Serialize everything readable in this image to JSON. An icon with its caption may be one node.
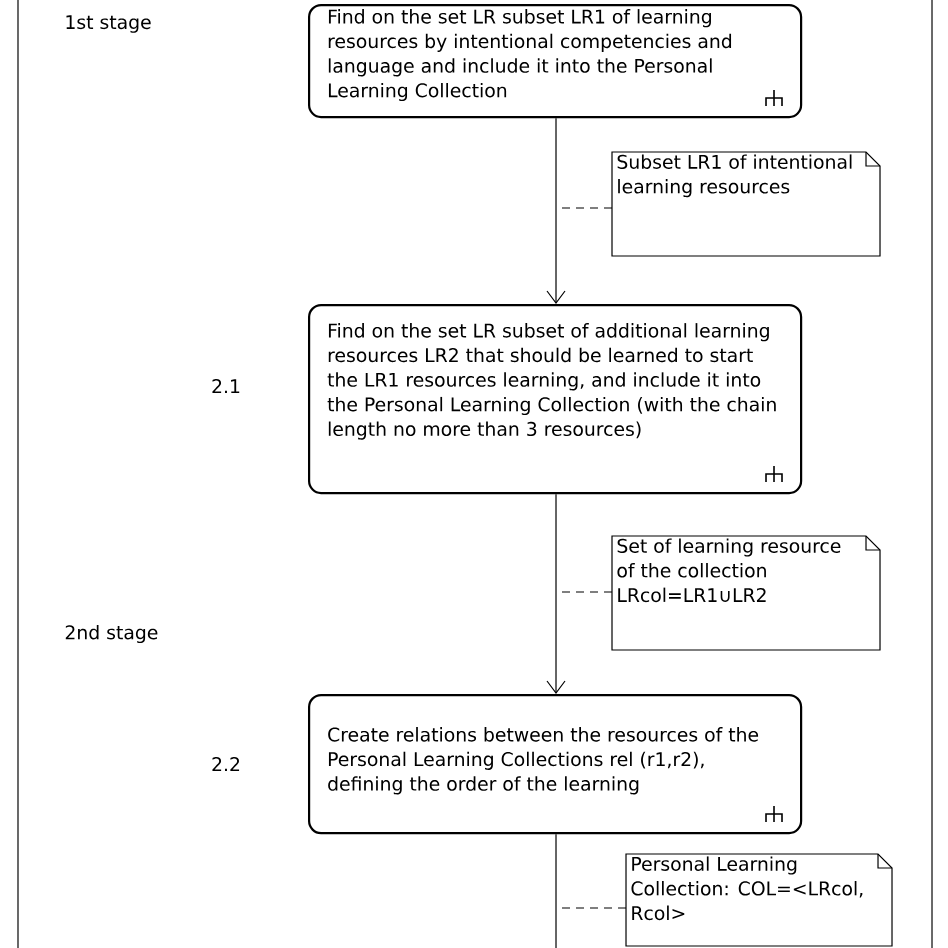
{
  "diagram": {
    "nodes": [
      {
        "text": [
          "Find on the set LR subset LR1 of learning resources by intentional competencies and language and include it into the Personal Learning Collection"
        ]
      },
      {
        "text": [
          "Subset LR1 of intentional learning resources"
        ]
      },
      {
        "text": [
          "Find on the set LR subset of additional learning resources LR2 that should be learned to start the LR1 resources learning, and include it into the Personal Learning Collection (with the chain length no more than 3 resources)"
        ],
        "beside": [
          "2.1"
        ]
      },
      {
        "text": [
          "Set of learning resource of the collection LRcol=LR1∪LR2"
        ]
      },
      {
        "text": [
          "Create relations between the resources of the Personal Learning Collections rel (r1,r2), defining the order of the learning"
        ],
        "beside": [
          "2.2"
        ]
      },
      {
        "text": [
          "Personal Learning Collection: COL=<LRcol, Rcol>"
        ]
      }
    ],
    "edges": [
      {
        "from": 0,
        "to": 2,
        "arrow": "to"
      },
      {
        "from": 1,
        "to": null,
        "arrow": "none",
        "style": "dashed"
      },
      {
        "from": 2,
        "to": 4,
        "arrow": "to"
      },
      {
        "from": 3,
        "to": null,
        "arrow": "none",
        "style": "dashed"
      },
      {
        "from": 4,
        "to": null,
        "arrow": "none"
      },
      {
        "from": 5,
        "to": null,
        "arrow": "none",
        "style": "dashed"
      }
    ],
    "labels": [
      "1st stage",
      "2nd stage"
    ]
  }
}
